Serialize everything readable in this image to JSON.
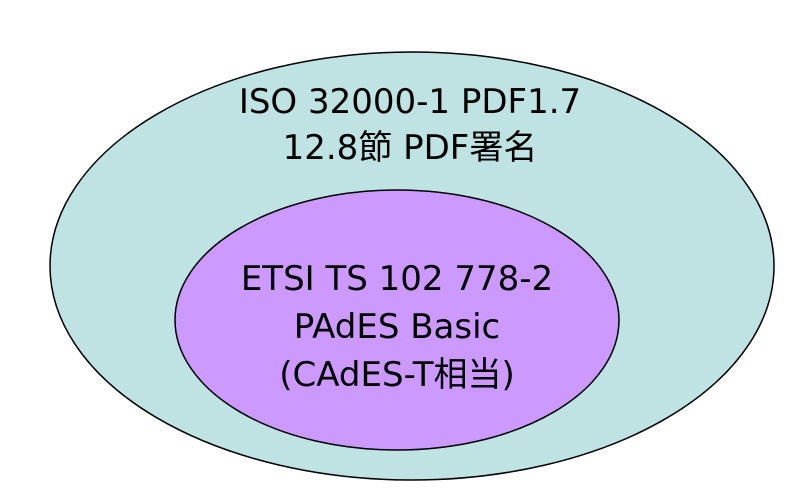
{
  "diagram": {
    "outer": {
      "line1": "ISO 32000-1 PDF1.7",
      "line2": "12.8節 PDF署名",
      "fill": "#bfe3e3",
      "stroke": "#000000"
    },
    "inner": {
      "line1": "ETSI TS 102 778-2",
      "line2": "PAdES Basic",
      "line3": "(CAdES-T相当)",
      "fill": "#cc99ff",
      "stroke": "#000000"
    }
  }
}
